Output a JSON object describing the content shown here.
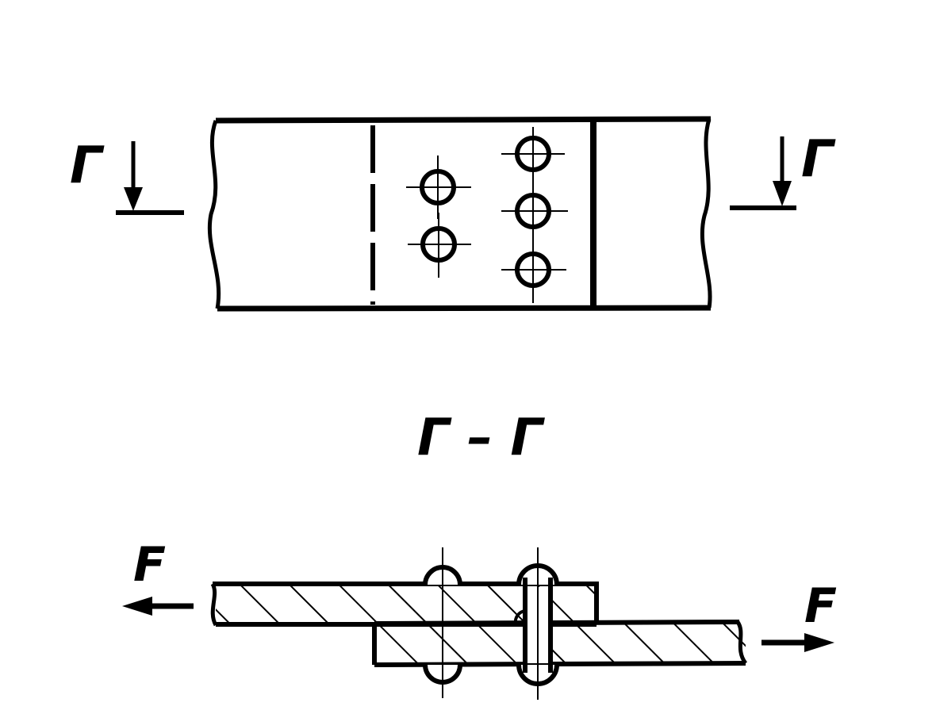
{
  "section_mark_left": "Г",
  "section_mark_right": "Г",
  "section_title": "Г – Г",
  "force_left": "F",
  "force_right": "F",
  "colors": {
    "ink": "#000000",
    "paper": "#ffffff"
  }
}
